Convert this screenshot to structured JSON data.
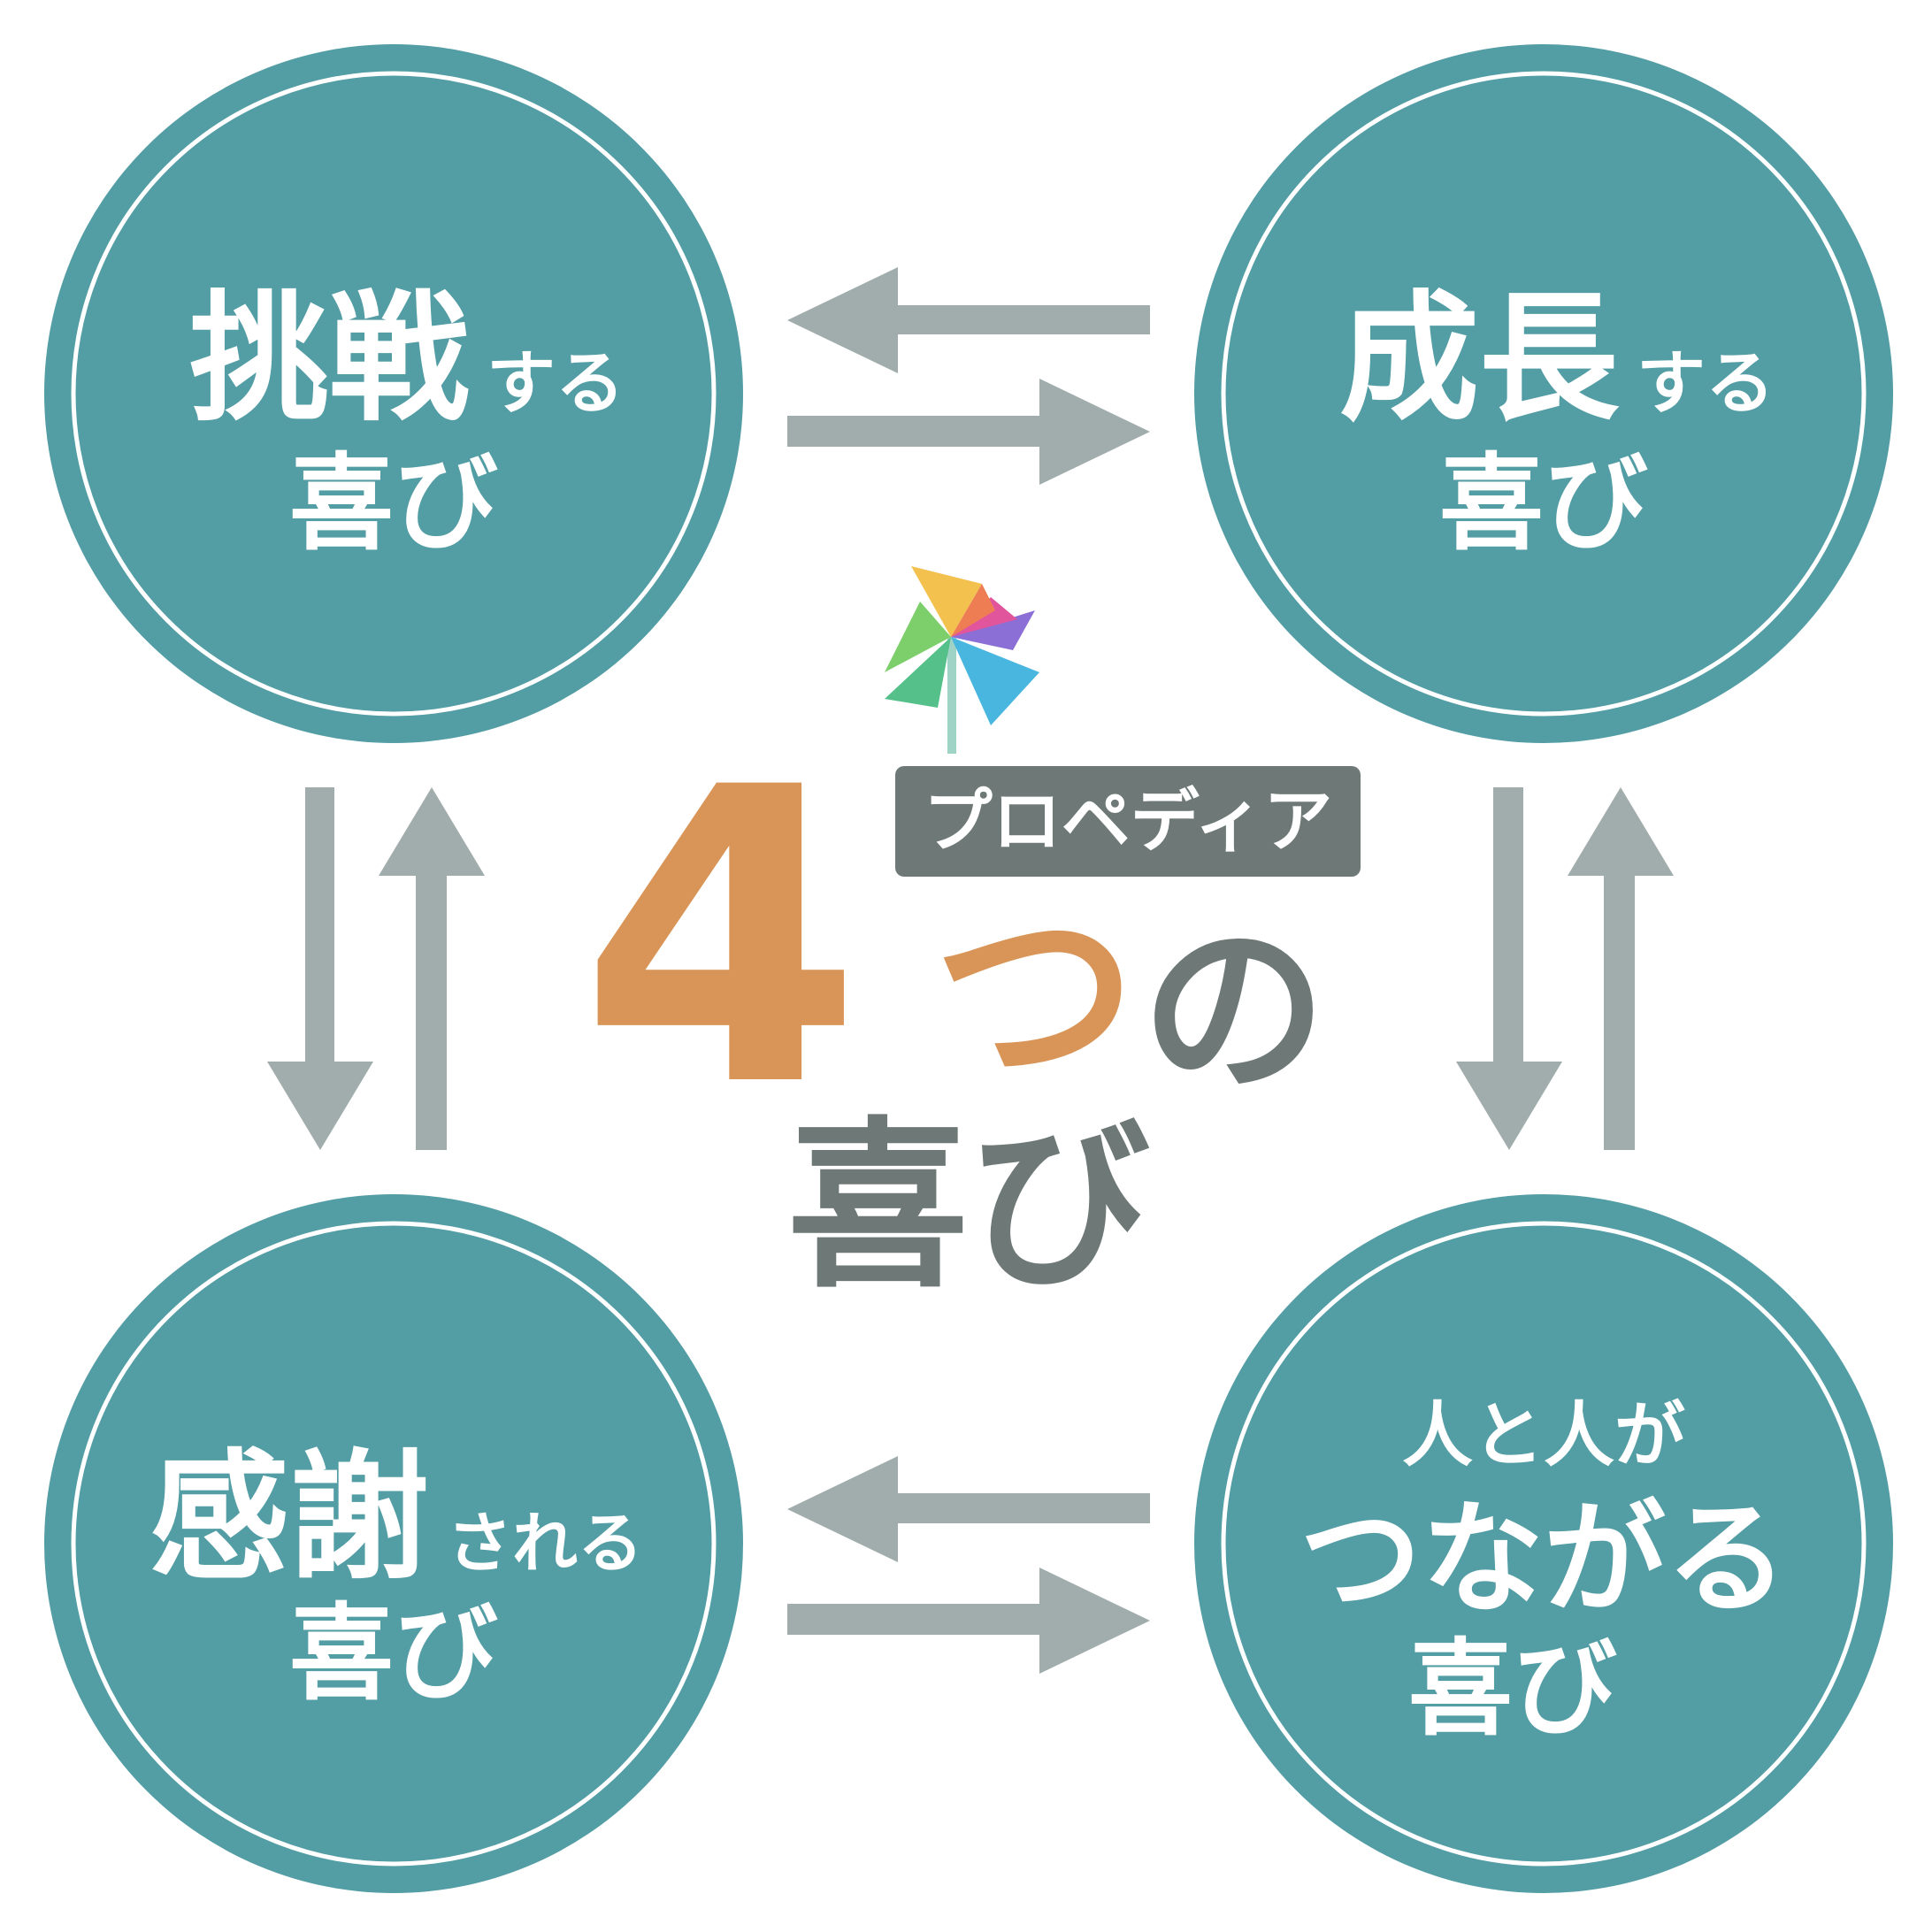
{
  "colors": {
    "circle_fill": "#539da4",
    "circle_ring": "#ffffff",
    "arrow": "#a1adac",
    "four_orange": "#d99557",
    "center_gray": "#6e7977",
    "badge_bg": "#6e7977",
    "text_white": "#ffffff"
  },
  "circles": {
    "top_left": {
      "big": "挑戦",
      "small": "する",
      "bottom": "喜び"
    },
    "top_right": {
      "big": "成長",
      "small": "する",
      "bottom": "喜び"
    },
    "bottom_left": {
      "big": "感謝",
      "small": "される",
      "bottom": "喜び"
    },
    "bottom_right": {
      "top": "人と人が",
      "big": "つながる",
      "bottom": "喜び"
    }
  },
  "center": {
    "badge": "プロペディア",
    "number": "4",
    "tsu": "つ",
    "no": "の",
    "bottom": "喜び"
  },
  "icons": {
    "logo": "pinwheel-icon"
  }
}
